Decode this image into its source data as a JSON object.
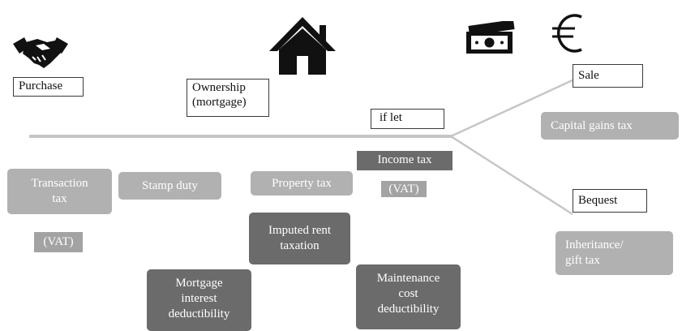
{
  "icons": {
    "handshake": "handshake-icon",
    "house": "house-icon",
    "money": "banknote-icon",
    "currency": "euro-icon",
    "currency_symbol": "€"
  },
  "stages": {
    "purchase": "Purchase",
    "ownership": "Ownership\n(mortgage)",
    "if_let": "if let",
    "sale": "Sale",
    "bequest": "Bequest"
  },
  "taxes": {
    "transaction_tax": "Transaction\ntax",
    "stamp_duty": "Stamp duty",
    "property_tax": "Property tax",
    "income_tax": "Income tax",
    "vat_income": "(VAT)",
    "vat_purchase": "(VAT)",
    "imputed_rent": "Imputed rent\ntaxation",
    "mortgage_interest": "Mortgage\ninterest\ndeductibility",
    "maintenance_cost": "Maintenance\ncost\ndeductibility",
    "capital_gains": "Capital gains tax",
    "inheritance": "Inheritance/\ngift tax"
  },
  "colors": {
    "timeline": "#c6c6c6",
    "light_box": "#b1b1b1",
    "dark_box": "#6b6b6b",
    "icon": "#111111"
  }
}
